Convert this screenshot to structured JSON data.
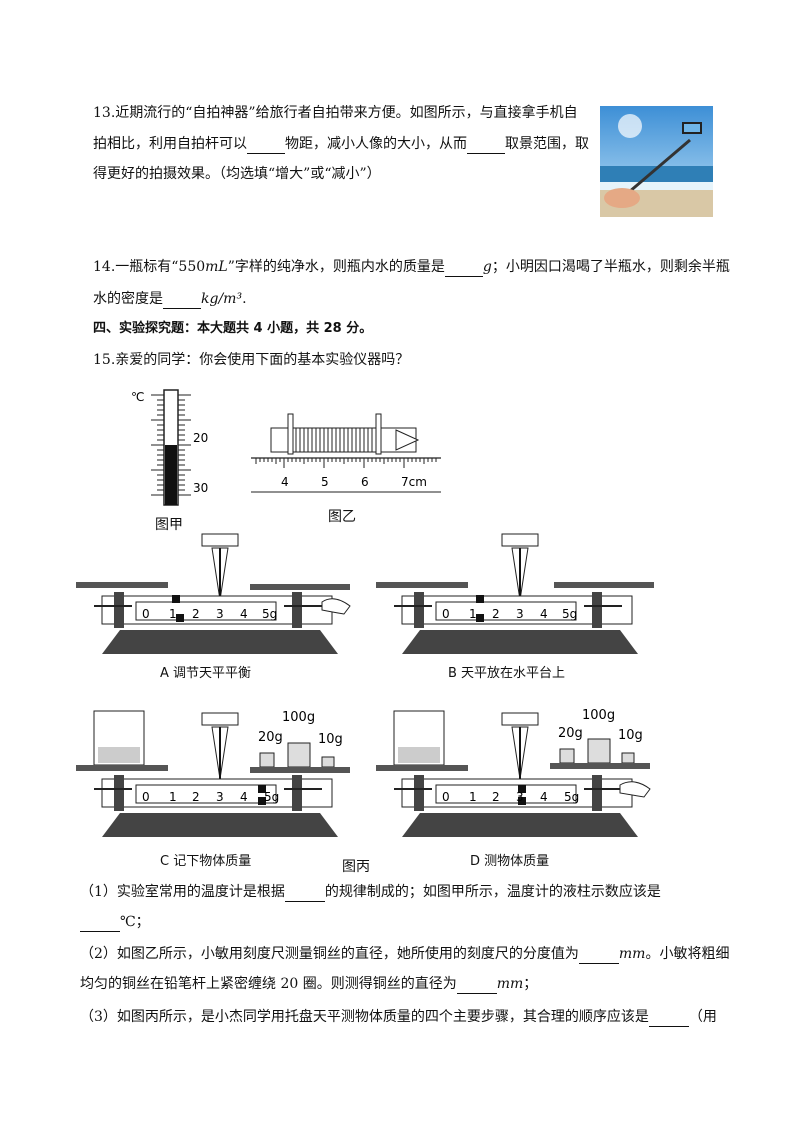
{
  "q13": {
    "l1a": "13.近期流行的“自拍神器”给旅行者自拍带来方便。如图所示，与直接拿手机自",
    "l2a": "拍相比，利用自拍杆可以",
    "l2b": "物距，减小人像的大小，从而",
    "l2c": "取景范围，取",
    "l3": "得更好的拍摄效果。（均选填“增大”或“减小”）"
  },
  "q14": {
    "l1a": "14.一瓶标有“550",
    "l1unit": "mL",
    "l1b": "”字样的纯净水，则瓶内水的质量是",
    "l1g": "g",
    "l1c": "；小明因口渴喝了半瓶水，则剩余半瓶",
    "l2a": "水的密度是",
    "l2unit": "kg/m³",
    "l2b": "."
  },
  "section4": "四、实验探究题：本大题共 4 小题，共 28 分。",
  "q15": {
    "intro": "15.亲爱的同学：你会使用下面的基本实验仪器吗？",
    "fig_jia": "图甲",
    "fig_yi": "图乙",
    "fig_bing": "图丙",
    "therm": {
      "unit": "℃",
      "t20": "20",
      "t30": "30"
    },
    "ruler": {
      "t4": "4",
      "t5": "5",
      "t6": "6",
      "t7": "7cm"
    },
    "beam_labels": [
      "0",
      "1",
      "2",
      "3",
      "4",
      "5g"
    ],
    "weights": {
      "w20": "20g",
      "w100": "100g",
      "w10": "10g"
    },
    "capA": "A 调节天平平衡",
    "capB": "B  天平放在水平台上",
    "capC": "C  记下物体质量",
    "capD": "D  测物体质量",
    "p1a": "（1）实验室常用的温度计是根据",
    "p1b": "的规律制成的；如图甲所示，温度计的液柱示数应该是",
    "p1c": "℃；",
    "p2a": "（2）如图乙所示，小敏用刻度尺测量铜丝的直径，她所使用的刻度尺的分度值为",
    "p2unit": "mm",
    "p2b": "。小敏将粗细",
    "p2c": "均匀的铜丝在铅笔杆上紧密缠绕 20 圈。则测得铜丝的直径为",
    "p2unit2": "mm",
    "p2d": "；",
    "p3a": "（3）如图丙所示，是小杰同学用托盘天平测物体质量的四个主要步骤，其合理的顺序应该是",
    "p3b": "（用"
  }
}
